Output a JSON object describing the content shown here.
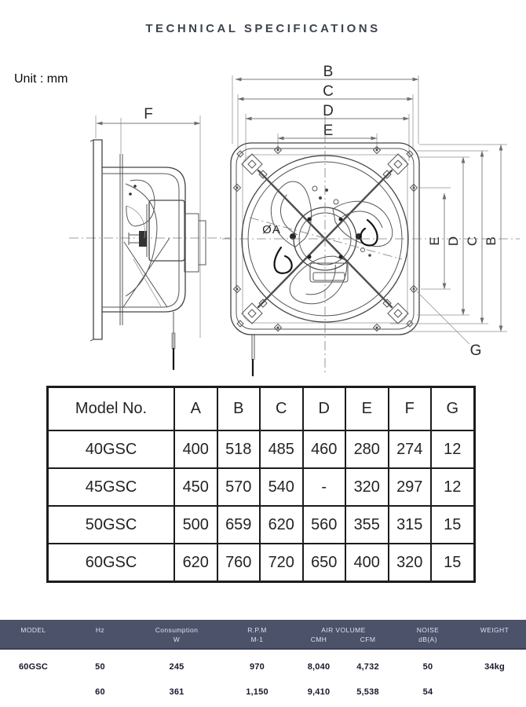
{
  "title": "TECHNICAL SPECIFICATIONS",
  "unit_label": "Unit : mm",
  "drawing": {
    "labels": {
      "f": "F",
      "b": "B",
      "c": "C",
      "d": "D",
      "e": "E",
      "g": "G",
      "dia": "ØA"
    }
  },
  "dim_table": {
    "headers": [
      "Model No.",
      "A",
      "B",
      "C",
      "D",
      "E",
      "F",
      "G"
    ],
    "rows": [
      [
        "40GSC",
        "400",
        "518",
        "485",
        "460",
        "280",
        "274",
        "12"
      ],
      [
        "45GSC",
        "450",
        "570",
        "540",
        "-",
        "320",
        "297",
        "12"
      ],
      [
        "50GSC",
        "500",
        "659",
        "620",
        "560",
        "355",
        "315",
        "15"
      ],
      [
        "60GSC",
        "620",
        "760",
        "720",
        "650",
        "400",
        "320",
        "15"
      ]
    ]
  },
  "spec_table": {
    "headers": {
      "model": "MODEL",
      "hz": "Hz",
      "consumption": "Consumption",
      "consumption_unit": "W",
      "rpm": "R.P.M",
      "rpm_unit": "M-1",
      "air_volume": "AIR VOLUME",
      "cmh": "CMH",
      "cfm": "CFM",
      "noise": "NOISE",
      "noise_unit": "dB(A)",
      "weight": "WEIGHT"
    },
    "rows": [
      {
        "model": "60GSC",
        "hz": "50",
        "consumption": "245",
        "rpm": "970",
        "cmh": "8,040",
        "cfm": "4,732",
        "noise": "50",
        "weight": "34kg"
      },
      {
        "model": "",
        "hz": "60",
        "consumption": "361",
        "rpm": "1,150",
        "cmh": "9,410",
        "cfm": "5,538",
        "noise": "54",
        "weight": ""
      }
    ]
  },
  "colors": {
    "spec_header_bg": "#4b5269",
    "spec_header_text": "#dde1ec",
    "spec_value_text": "#16192b",
    "drawing_line": "#434343",
    "table_border": "#1c1c1c",
    "title_text": "#3d434e"
  }
}
